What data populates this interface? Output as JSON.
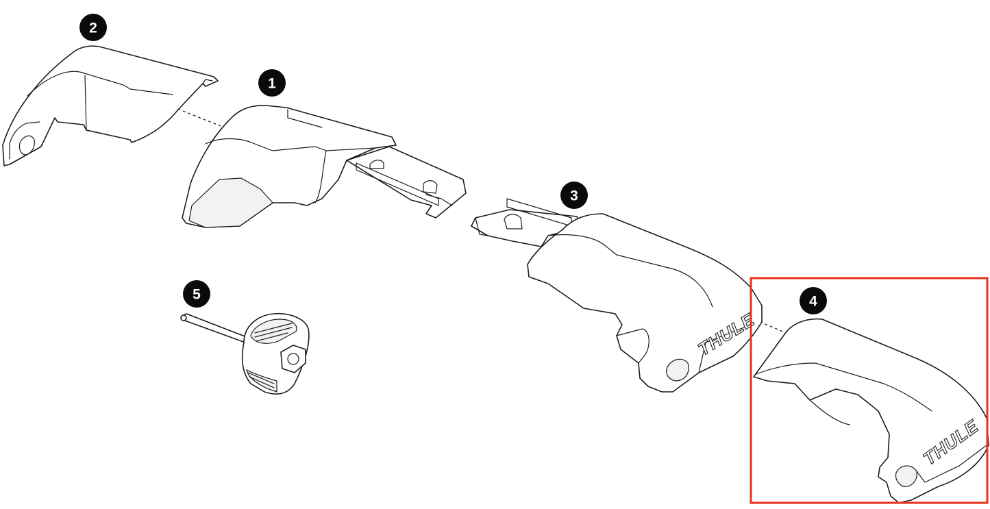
{
  "parts": [
    {
      "id": "1",
      "label": "1"
    },
    {
      "id": "2",
      "label": "2"
    },
    {
      "id": "3",
      "label": "3"
    },
    {
      "id": "4",
      "label": "4"
    },
    {
      "id": "5",
      "label": "5"
    }
  ],
  "brand_text": "THULE",
  "highlight": {
    "part": "4",
    "color": "#e8321e"
  },
  "colors": {
    "line": "#1a1a1a",
    "badge": "#0a0a0a",
    "background": "#ffffff"
  }
}
